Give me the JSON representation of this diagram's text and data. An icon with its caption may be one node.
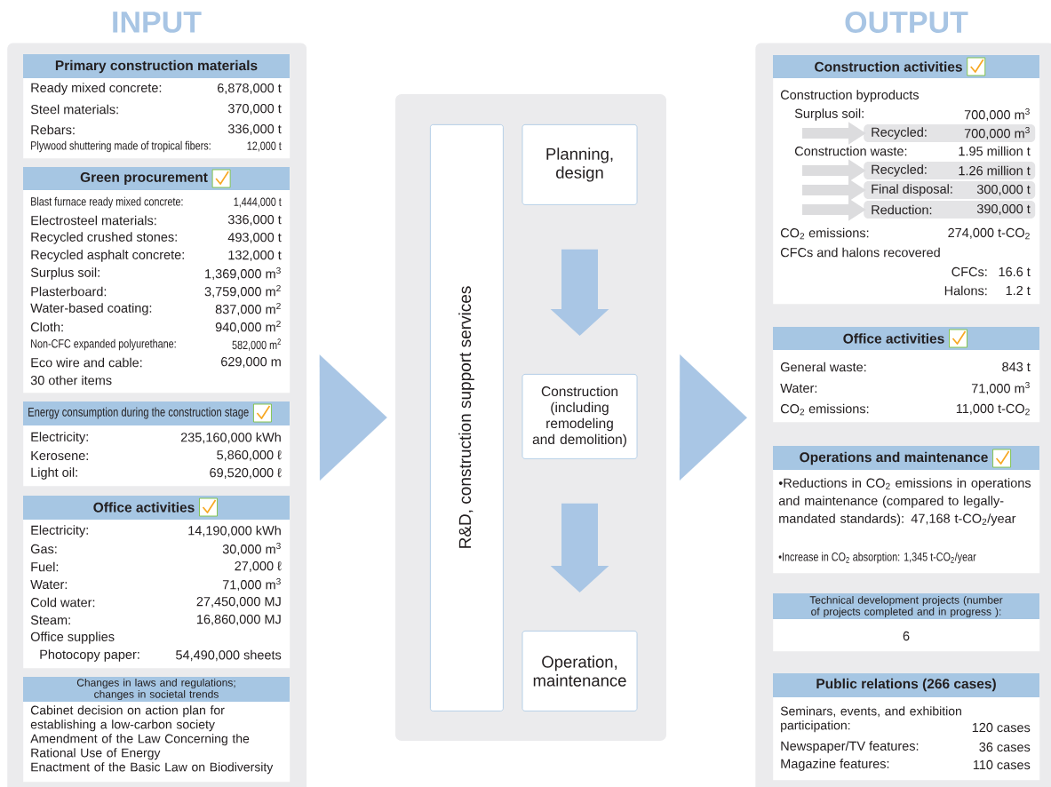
{
  "diagram": {
    "nodes": [
      {
        "text": [
          "INPUT"
        ]
      },
      {
        "text": [
          "Primary construction materials",
          "Ready mixed concrete:",
          "6,878,000 t",
          "Steel materials:",
          "370,000 t",
          "Rebars:",
          "336,000 t",
          "Plywood shuttering made of tropical fibers:",
          "12,000 t"
        ],
        "in": 0
      },
      {
        "text": [
          "Green procurement",
          "Blast furnace ready mixed concrete:",
          "1,444,000 t",
          "Electrosteel materials:",
          "336,000 t",
          "Recycled crushed stones:",
          "493,000 t",
          "Recycled asphalt concrete:",
          "132,000 t",
          "Surplus soil:",
          "1,369,000 m$^{3}$",
          "Plasterboard:",
          "3,759,000 m$^{2}$",
          "Water-based coating:",
          "837,000 m$^{2}$",
          "Cloth:",
          "940,000 m$^{2}$",
          "Non-CFC expanded polyurethane:",
          "582,000 m$^{2}$",
          "Eco wire and cable:",
          "629,000 m",
          "30 other items"
        ],
        "in": 0
      },
      {
        "text": [
          "Energy consumption during the construction stage",
          "Electricity:",
          "235,160,000 kWh",
          "Kerosene:",
          "5,860,000 ℓ",
          "Light oil:",
          "69,520,000 ℓ"
        ],
        "in": 0
      },
      {
        "text": [
          "Office activities",
          "Electricity:",
          "14,190,000 kWh",
          "Gas:",
          "30,000 m$^{3}$",
          "Fuel:",
          "27,000 ℓ",
          "Water:",
          "71,000 m$^{3}$",
          "Cold water:",
          "27,450,000 MJ",
          "Steam:",
          "16,860,000 MJ",
          "Office supplies",
          "Photocopy paper:",
          "54,490,000 sheets"
        ],
        "in": 0
      },
      {
        "text": [
          "Changes in laws and regulations; changes in societal trends",
          "Cabinet decision on action plan for establishing a low-carbon society",
          "Amendment of the Law Concerning the Rational Use of Energy",
          "Enactment of the Basic Law on Biodiversity"
        ],
        "in": 0
      },
      {
        "text": [],
        "shape": "box"
      },
      {
        "text": [
          "R&D, construction support services"
        ],
        "in": 6
      },
      {
        "text": [
          "Planning, design"
        ],
        "in": 6
      },
      {
        "text": [
          "Construction (including remodeling and demolition)"
        ],
        "in": 6
      },
      {
        "text": [
          "Operation, maintenance"
        ],
        "in": 6
      },
      {
        "text": [
          "OUTPUT"
        ]
      },
      {
        "text": [
          "Construction activities",
          "Construction byproducts",
          "Surplus soil:",
          "700,000 m$^{3}$",
          "Construction waste:",
          "1.95 million t",
          "CO$_{2}$ emissions:",
          "274,000 t-CO$_{2}$",
          "CFCs and halons recovered",
          "CFCs:",
          "16.6 t",
          "Halons:",
          "1.2 t"
        ],
        "in": 11
      },
      {
        "text": [
          "Recycled:",
          "700,000 m$^{3}$"
        ],
        "in": 12
      },
      {
        "text": [
          "Recycled:",
          "1.26 million t"
        ],
        "in": 12
      },
      {
        "text": [
          "Final disposal:",
          "300,000 t"
        ],
        "in": 12
      },
      {
        "text": [
          "Reduction:",
          "390,000 t"
        ],
        "in": 12
      },
      {
        "text": [
          "Office activities",
          "General waste:",
          "843 t",
          "Water:",
          "71,000 m$^{3}$",
          "CO$_{2}$ emissions:",
          "11,000 t-CO$_{2}$"
        ],
        "in": 11
      },
      {
        "text": [
          "Operations and maintenance",
          "•Reductions in CO$_{2}$ emissions in operations and maintenance (compared to legally-mandated standards): 47,168 t-CO$_{2}$/year",
          "•Increase in CO$_{2}$ absorption: 1,345 t-CO$_{2}$/year"
        ],
        "in": 11
      },
      {
        "text": [
          "Technical development projects (number of projects completed and in progress ):",
          "6"
        ],
        "in": 11
      },
      {
        "text": [
          "Public relations (266 cases)",
          "Seminars, events, and exhibition participation:",
          "120 cases",
          "Newspaper/TV features:",
          "36 cases",
          "Magazine features:",
          "110 cases"
        ],
        "in": 11
      }
    ],
    "edges": [
      {
        "from": 0,
        "to": 6,
        "arrow": "to"
      },
      {
        "from": 6,
        "to": 11,
        "arrow": "to"
      },
      {
        "from": 8,
        "to": 9,
        "arrow": "to",
        "style": "thick"
      },
      {
        "from": 9,
        "to": 10,
        "arrow": "to",
        "style": "thick"
      },
      {
        "from": null,
        "to": 13,
        "arrow": "to",
        "color": "#dcdcde"
      },
      {
        "from": null,
        "to": 14,
        "arrow": "to",
        "color": "#dcdcde"
      },
      {
        "from": null,
        "to": 15,
        "arrow": "to",
        "color": "#dcdcde"
      },
      {
        "from": null,
        "to": 16,
        "arrow": "to",
        "color": "#dcdcde"
      }
    ]
  }
}
